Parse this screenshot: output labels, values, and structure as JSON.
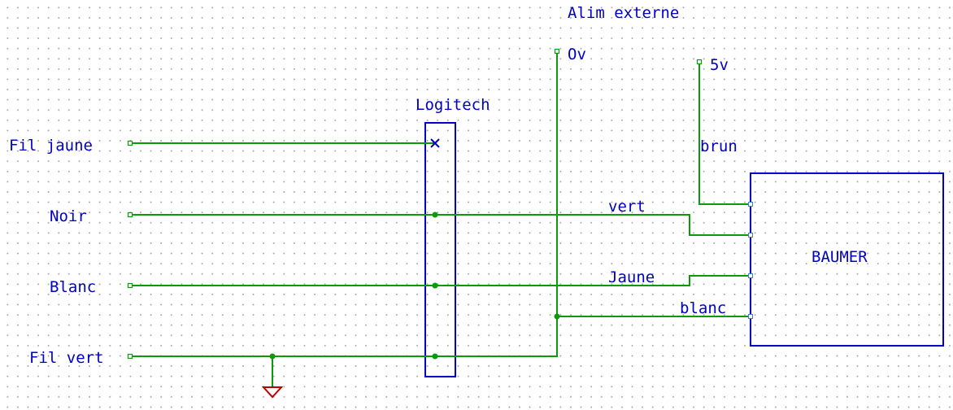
{
  "colors": {
    "wire": "#0a9a0a",
    "text": "#0000c8",
    "component": "#0000c8",
    "ground": "#c00000",
    "background": "#ffffff",
    "grid_dot": "#a9a9a9"
  },
  "labels": {
    "alim_externe": "Alim externe",
    "ov": "Ov",
    "five_v": "5v",
    "logitech": "Logitech",
    "fil_jaune": "Fil jaune",
    "noir": "Noir",
    "blanc": "Blanc",
    "fil_vert": "Fil vert",
    "brun": "brun",
    "vert": "vert",
    "jaune": "Jaune",
    "blanc_wire": "blanc",
    "baumer": "BAUMER"
  }
}
